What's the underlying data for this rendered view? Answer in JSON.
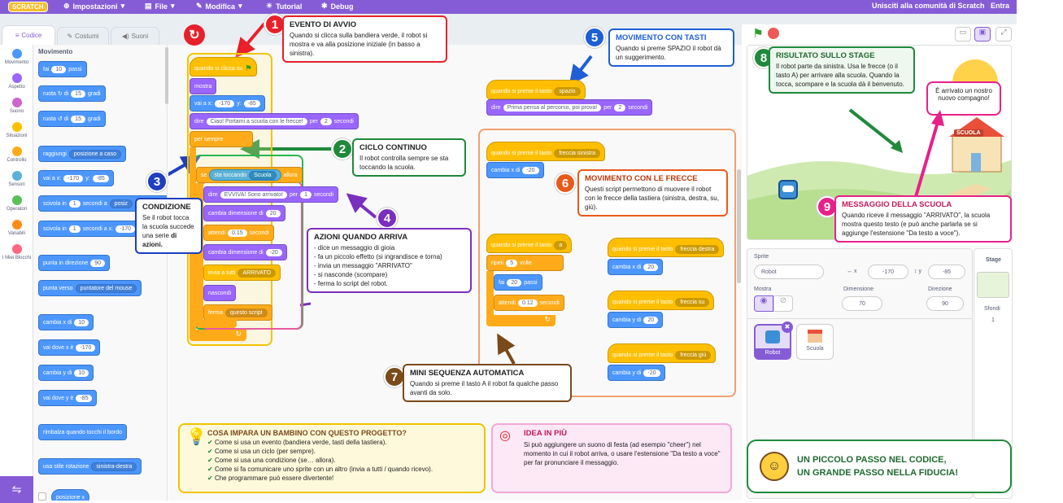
{
  "menu": {
    "logo": "SCRATCH",
    "settings": "Impostazioni",
    "file": "File",
    "edit": "Modifica",
    "tutorial": "Tutorial",
    "debug": "Debug",
    "join": "Unisciti alla comunità di Scratch",
    "signin": "Entra"
  },
  "tabs": {
    "code": "Codice",
    "costumes": "Costumi",
    "sounds": "Suoni"
  },
  "categories": [
    {
      "label": "Movimento",
      "color": "#4c97ff"
    },
    {
      "label": "Aspetto",
      "color": "#9966ff"
    },
    {
      "label": "Suono",
      "color": "#cf63cf"
    },
    {
      "label": "Situazioni",
      "color": "#ffbf00"
    },
    {
      "label": "Controllo",
      "color": "#ffab19"
    },
    {
      "label": "Sensori",
      "color": "#5cb1d6"
    },
    {
      "label": "Operatori",
      "color": "#59c059"
    },
    {
      "label": "Variabili",
      "color": "#ff8c1a"
    },
    {
      "label": "I Miei Blocchi",
      "color": "#ff6680"
    }
  ],
  "palette": {
    "heading": "Movimento",
    "blocks": [
      {
        "pre": "fai",
        "val": "10",
        "post": "passi"
      },
      {
        "pre": "ruota ↻ di",
        "val": "15",
        "post": "gradi"
      },
      {
        "pre": "ruota ↺ di",
        "val": "15",
        "post": "gradi"
      },
      {
        "pre": "raggiungi",
        "drop": "posizione a caso"
      },
      {
        "pre": "vai a x:",
        "val": "-170",
        "post": "y:",
        "val2": "-85"
      },
      {
        "pre": "scivola in",
        "val": "1",
        "post": "secondi a",
        "drop": "posiz"
      },
      {
        "pre": "scivola in",
        "val": "1",
        "post": "secondi a x:",
        "val2": "-170"
      },
      {
        "pre": "punta in direzione",
        "val": "90"
      },
      {
        "pre": "punta verso",
        "drop": "puntatore del mouse"
      },
      {
        "pre": "cambia x di",
        "val": "10"
      },
      {
        "pre": "vai dove x è",
        "val": "-170"
      },
      {
        "pre": "cambia y di",
        "val": "10"
      },
      {
        "pre": "vai dove y è",
        "val": "-85"
      },
      {
        "pre": "rimbalza quando tocchi il bordo"
      },
      {
        "pre": "usa stile rotazione",
        "drop": "sinistra-destra"
      },
      {
        "pre": "posizione x"
      }
    ]
  },
  "script1": {
    "hat": "quando si clicca su",
    "show": "mostra",
    "goto_pre": "vai a x:",
    "goto_x": "-170",
    "goto_y_label": "y:",
    "goto_y": "-85",
    "say_pre": "dire",
    "say_text": "Ciao! Portami a scuola con le frecce!",
    "say_for": "per",
    "say_secs": "2",
    "say_unit": "secondi",
    "forever": "per sempre",
    "if_pre": "se",
    "touching": "sta toccando",
    "touching_target": "Scuola",
    "then": "allora",
    "say2_pre": "dire",
    "say2_text": "EVVIVA! Sono arrivato!",
    "say2_for": "per",
    "say2_secs": "1",
    "say2_unit": "secondi",
    "size_pre": "cambia dimensione di",
    "size1": "20",
    "wait_pre": "attendi",
    "wait": "0.15",
    "wait_unit": "secondi",
    "size2": "-20",
    "broadcast_pre": "invia a tutti",
    "broadcast_msg": "ARRIVATO",
    "hide": "nascondi",
    "stop_pre": "ferma",
    "stop_opt": "questo script"
  },
  "script_space": {
    "hat": "quando si preme il tasto",
    "key": "spazio",
    "say_pre": "dire",
    "say_text": "Prima pensa al percorso, poi prova!",
    "for": "per",
    "secs": "2",
    "unit": "secondi"
  },
  "script_left": {
    "hat": "quando si preme il tasto",
    "key": "freccia sinistra",
    "change": "cambia x di",
    "val": "-20"
  },
  "script_a": {
    "hat": "quando si preme il tasto",
    "key": "a",
    "repeat": "ripeti",
    "times": "5",
    "times_unit": "volte",
    "move": "fai",
    "steps": "20",
    "steps_unit": "passi",
    "wait": "attendi",
    "wait_val": "0.12",
    "wait_unit": "secondi"
  },
  "script_right": {
    "hat": "quando si preme il tasto",
    "key": "freccia destra",
    "change": "cambia x di",
    "val": "20"
  },
  "script_up": {
    "hat": "quando si preme il tasto",
    "key": "freccia su",
    "change": "cambia y di",
    "val": "20"
  },
  "script_down": {
    "hat": "quando si preme il tasto",
    "key": "freccia giù",
    "change": "cambia y di",
    "val": "-20"
  },
  "callouts": {
    "c1": {
      "num": "1",
      "title": "EVENTO DI AVVIO",
      "body": "Quando si clicca sulla bandiera verde, il robot si mostra e va alla posizione iniziale (in basso a sinistra).",
      "color": "#e8202a"
    },
    "c2": {
      "num": "2",
      "title": "CICLO CONTINUO",
      "body": "Il robot controlla sempre se sta toccando la scuola.",
      "color": "#1f8a3b"
    },
    "c3": {
      "num": "3",
      "title": "CONDIZIONE",
      "body": "Se il robot tocca la scuola succede",
      "body2": "una serie",
      "body3": "di azioni.",
      "color": "#1f3fbf"
    },
    "c4": {
      "num": "4",
      "title": "AZIONI QUANDO ARRIVA",
      "items": [
        "- dice un messaggio di gioia",
        "- fa un piccolo effetto (si ingrandisce e torna)",
        "- invia un messaggio \"ARRIVATO\"",
        "- si nasconde (scompare)",
        "- ferma lo script del robot."
      ],
      "color": "#7a2fbf"
    },
    "c5": {
      "num": "5",
      "title": "MOVIMENTO CON TASTI",
      "body": "Quando si preme SPAZIO il robot dà un suggerimento.",
      "color": "#1f5fd6"
    },
    "c6": {
      "num": "6",
      "title": "MOVIMENTO CON LE FRECCE",
      "body": "Questi script permettono di muovere il robot con le frecce della tastiera (sinistra, destra, su, giù).",
      "color": "#e85a1a"
    },
    "c7": {
      "num": "7",
      "title": "MINI SEQUENZA AUTOMATICA",
      "body": "Quando si preme il tasto A il robot fa qualche passo avanti da solo.",
      "color": "#7a4a1a"
    },
    "c8": {
      "num": "8",
      "title": "RISULTATO SULLO STAGE",
      "body": "Il robot parte da sinistra. Usa le frecce (o il tasto A) per arrivare alla scuola. Quando la tocca, scompare e la scuola dà il benvenuto.",
      "color": "#1f8a3b"
    },
    "c9": {
      "num": "9",
      "title": "MESSAGGIO DELLA SCUOLA",
      "body": "Quando riceve il messaggio \"ARRIVATO\", la scuola mostra questo testo (e può anche parlarla se si aggiunge l'estensione \"Da testo a voce\").",
      "color": "#e8208a"
    }
  },
  "learn": {
    "title": "COSA IMPARA UN BAMBINO CON QUESTO PROGETTO?",
    "items": [
      "Come si usa un evento (bandiera verde, tasti della tastiera).",
      "Come si usa un ciclo (per sempre).",
      "Come si usa una condizione (se… allora).",
      "Come si fa comunicare uno sprite con un altro (invia a tutti / quando ricevo).",
      "Che programmare può essere divertente!"
    ]
  },
  "idea": {
    "title": "IDEA IN PIÙ",
    "body": "Si può aggiungere un suono di festa (ad esempio \"cheer\") nel momento in cui il robot arriva, o usare l'estensione \"Da testo a voce\" per far pronunciare il messaggio."
  },
  "motto": {
    "line1": "UN PICCOLO PASSO NEL CODICE,",
    "line2": "UN GRANDE PASSO NELLA FIDUCIA!"
  },
  "stage": {
    "bubble": "È arrivato un nostro nuovo compagno!",
    "school_label": "SCUOLA"
  },
  "sprite_panel": {
    "sprite_label": "Sprite",
    "sprite_name": "Robot",
    "x_label": "x",
    "x": "-170",
    "y_label": "y",
    "y": "-85",
    "show_label": "Mostra",
    "size_label": "Dimensione",
    "size": "70",
    "dir_label": "Direzione",
    "dir": "90",
    "sprites": [
      "Robot",
      "Scuola"
    ]
  },
  "stage_panel": {
    "title": "Stage",
    "backdrops_label": "Sfondi",
    "backdrops": "1"
  }
}
